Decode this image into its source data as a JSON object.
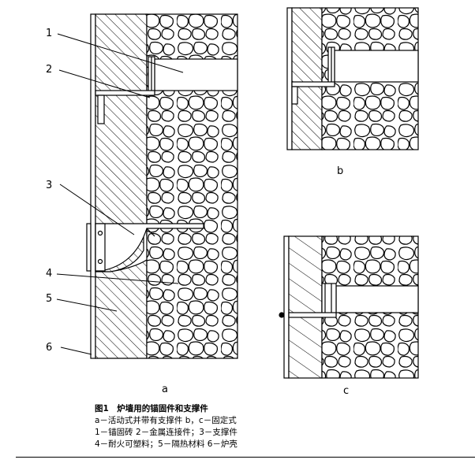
{
  "diagram": {
    "callouts": [
      "1",
      "2",
      "3",
      "4",
      "5",
      "6"
    ],
    "sub_a": "a",
    "sub_b": "b",
    "sub_c": "c"
  },
  "caption": {
    "title": "图1　炉墙用的锚固件和支撑件",
    "line1": "a－活动式并带有支撑件 b，c－固定式",
    "line2": "1－锚固砖 2－金属连接件；3－支撑件",
    "line3": "4－耐火可塑料；5－隔热材料 6－炉壳"
  }
}
